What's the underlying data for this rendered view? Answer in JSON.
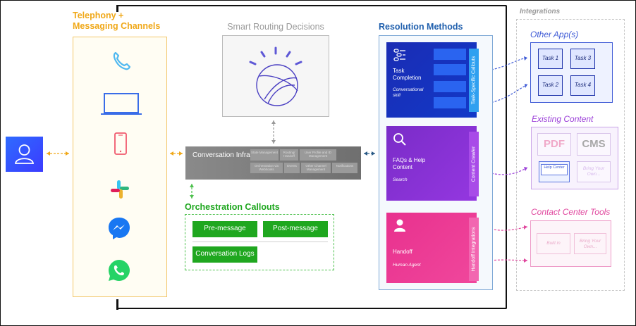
{
  "channels": {
    "title_line1": "Telephony +",
    "title_line2": "Messaging Channels",
    "icons": [
      "phone-icon",
      "laptop-icon",
      "mobile-icon",
      "slack-icon",
      "messenger-icon",
      "whatsapp-icon"
    ]
  },
  "routing": {
    "title": "Smart Routing Decisions"
  },
  "infra": {
    "title": "Conversation Infra",
    "cells": [
      "State Management",
      "Routing/ Handoff",
      "User Profile and ID Management",
      "Orchestration via Webhooks",
      "Events",
      "Other Channel Management",
      "Notifications"
    ]
  },
  "orchestration": {
    "title": "Orchestration Callouts",
    "buttons": [
      "Pre-message",
      "Post-message",
      "Conversation Logs"
    ]
  },
  "resolution": {
    "title": "Resolution Methods",
    "cards": [
      {
        "title": "Task Completion",
        "subtitle": "Conversational skill",
        "tab": "Task-Specific Callouts"
      },
      {
        "title": "FAQs & Help Content",
        "subtitle": "Search",
        "tab": "Content Crawler"
      },
      {
        "title": "Handoff",
        "subtitle": "Human Agent",
        "tab": "Handoff Integrations"
      }
    ]
  },
  "integrations": {
    "title": "Integrations",
    "apps": {
      "title": "Other App(s)",
      "tasks": [
        "Task 1",
        "Task 3",
        "Task 2",
        "Task 4"
      ]
    },
    "existing": {
      "title": "Existing Content",
      "pdf": "PDF",
      "cms": "CMS",
      "help_center": "Help Center",
      "bring_own": "Bring Your Own..."
    },
    "contact": {
      "title": "Contact Center Tools",
      "built_in": "Built in",
      "bring_own": "Bring Your Own..."
    }
  },
  "colors": {
    "channels": "#f0a818",
    "resolution": "#1f5fad",
    "orchestration": "#1fa71f",
    "apps": "#3f5bd6",
    "existing": "#9b3fd8",
    "contact": "#e0479e"
  }
}
